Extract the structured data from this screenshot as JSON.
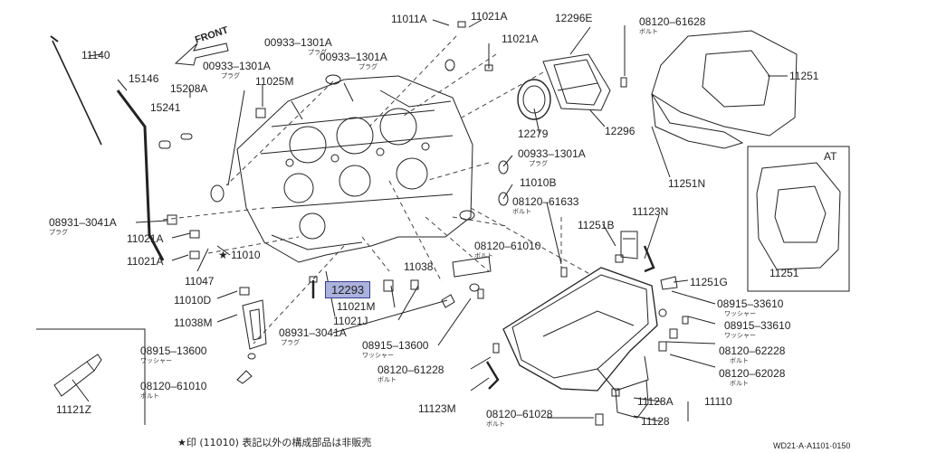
{
  "labels": {
    "front": "FRONT",
    "p11140": "11140",
    "p15146": "15146",
    "p15208A": "15208A",
    "p15241": "15241",
    "p00933_1": "00933–1301A",
    "p00933_2": "00933–1301A",
    "p00933_3": "00933–1301A",
    "p00933_4": "00933–1301A",
    "p11025M": "11025M",
    "p11011A": "11011A",
    "p11021A_t1": "11021A",
    "p11021A_t2": "11021A",
    "p12296E": "12296E",
    "p08120_61628": "08120–61628",
    "p11251_top": "11251",
    "p12296": "12296",
    "p12279": "12279",
    "p11251N": "11251N",
    "at": "AT",
    "p11251_at": "11251",
    "p11010B": "11010B",
    "p08120_61633": "08120–61633",
    "p11123N": "11123N",
    "p11251B": "11251B",
    "p11251G": "11251G",
    "p08931_3041A_l": "08931–3041A",
    "p11021A_l1": "11021A",
    "p11021A_l2": "11021A",
    "p11010": "★ 11010",
    "p11047": "11047",
    "p11010D": "11010D",
    "p11038M": "11038M",
    "p11038": "11038",
    "p08120_61010_m": "08120–61010",
    "p12293": "12293",
    "p11021M": "11021M",
    "p11021J": "11021J",
    "p08931_3041A_c": "08931–3041A",
    "p08915_13600_l": "08915–13600",
    "p08120_61010_l": "08120–61010",
    "p08915_13600_c": "08915–13600",
    "p08120_61228": "08120–61228",
    "p11123M": "11123M",
    "p08120_61028": "08120–61028",
    "p08915_33610_a": "08915–33610",
    "p08915_33610_b": "08915–33610",
    "p08120_62228": "08120–62228",
    "p08120_62028": "08120–62028",
    "p11128A": "11128A",
    "p11110": "11110",
    "p11128": "11128",
    "p11121Z": "11121Z"
  },
  "subs": {
    "plug": "プラグ",
    "bolt": "ボルト",
    "washer": "ワッシャー"
  },
  "footnote": "★印 (11010) 表記以外の構成部品は非販売",
  "diagram_code": "WD21·A·A1101·0150",
  "highlight_color": "#aab2dd"
}
